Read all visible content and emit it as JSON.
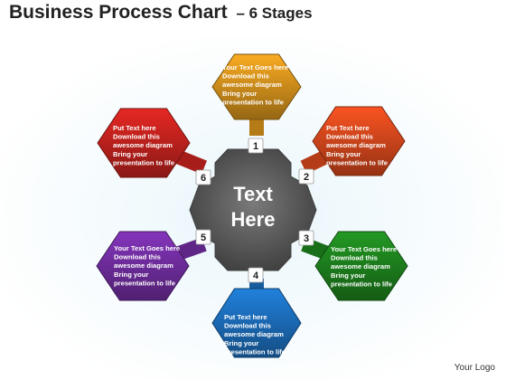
{
  "header": {
    "title_main": "Business Process Chart",
    "title_dash": "– 6 Stages"
  },
  "footer": {
    "logo": "Your Logo"
  },
  "center": {
    "line1": "Text",
    "line2": "Here",
    "color": "#5a5a5a"
  },
  "stages": [
    {
      "number": "1",
      "color": "#c8891a",
      "lines": [
        "Your Text Goes here",
        "Download this",
        "awesome diagram",
        "Bring your",
        "presentation to life"
      ]
    },
    {
      "number": "2",
      "color": "#c8431a",
      "lines": [
        "Put Text  here",
        "Download this",
        "awesome diagram",
        "Bring your",
        "presentation to life"
      ]
    },
    {
      "number": "3",
      "color": "#1c7a1c",
      "lines": [
        "Your Text Goes here",
        "Download this",
        "awesome diagram",
        "Bring your",
        "presentation to life"
      ]
    },
    {
      "number": "4",
      "color": "#1a67b0",
      "lines": [
        "Put Text  here",
        "Download this",
        "awesome diagram",
        "Bring your",
        "presentation to life"
      ]
    },
    {
      "number": "5",
      "color": "#6a2a96",
      "lines": [
        "Your Text Goes here",
        "Download this",
        "awesome diagram",
        "Bring your",
        "presentation to life"
      ]
    },
    {
      "number": "6",
      "color": "#b8201c",
      "lines": [
        "Put Text  here",
        "Download this",
        "awesome diagram",
        "Bring your",
        "presentation to life"
      ]
    }
  ]
}
